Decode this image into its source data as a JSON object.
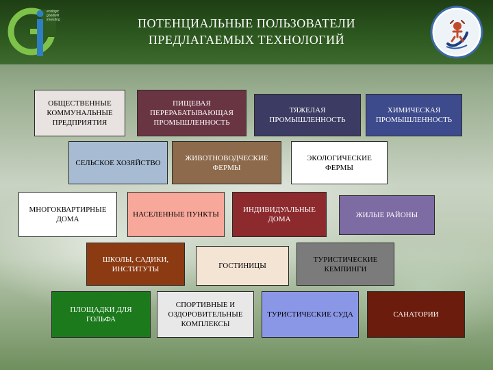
{
  "title": {
    "line1": "ПОТЕНЦИАЛЬНЫЕ  ПОЛЬЗОВАТЕЛИ",
    "line2": "ПРЕДЛАГАЕМЫХ  ТЕХНОЛОГИЙ"
  },
  "logo": {
    "line1": "ecologic",
    "line2": "goodwill",
    "line3": "investing"
  },
  "boxes": [
    {
      "label": "ОБЩЕСТВЕННЫЕ КОММУНАЛЬНЫЕ ПРЕДПРИЯТИЯ",
      "color": "#e8e2e0"
    },
    {
      "label": "ПИЩЕВАЯ ПЕРЕРАБАТЫВАЮЩАЯ ПРОМЫШЛЕННОСТЬ",
      "color": "#6a3543"
    },
    {
      "label": "ТЯЖЕЛАЯ ПРОМЫШЛЕННОСТЬ",
      "color": "#3b3b63"
    },
    {
      "label": "ХИМИЧЕСКАЯ ПРОМЫШЛЕННОСТЬ",
      "color": "#3d4a8c"
    },
    {
      "label": "СЕЛЬСКОЕ ХОЗЯЙСТВО",
      "color": "#a7bbd3"
    },
    {
      "label": "ЖИВОТНОВОДЧЕСКИЕ ФЕРМЫ",
      "color": "#8d6a4c"
    },
    {
      "label": "ЭКОЛОГИЧЕСКИЕ ФЕРМЫ",
      "color": "#ffffff"
    },
    {
      "label": "МНОГОКВАРТИРНЫЕ ДОМА",
      "color": "#ffffff"
    },
    {
      "label": "НАСЕЛЕННЫЕ ПУНКТЫ",
      "color": "#f7a89a"
    },
    {
      "label": "ИНДИВИДУАЛЬНЫЕ ДОМА",
      "color": "#8c2a2e"
    },
    {
      "label": "ЖИЛЫЕ РАЙОНЫ",
      "color": "#7d6ba3"
    },
    {
      "label": "ШКОЛЫ, САДИКИ, ИНСТИТУТЫ",
      "color": "#8c3a12"
    },
    {
      "label": "ГОСТИНИЦЫ",
      "color": "#f3e4d4"
    },
    {
      "label": "ТУРИСТИЧЕСКИЕ КЕМПИНГИ",
      "color": "#7b7b7b"
    },
    {
      "label": "ПЛОЩАДКИ ДЛЯ ГОЛЬФА",
      "color": "#1c7a1c"
    },
    {
      "label": "СПОРТИВНЫЕ И ОЗДОРОВИТЕЛЬНЫЕ КОМПЛЕКСЫ",
      "color": "#e8e8e8"
    },
    {
      "label": "ТУРИСТИЧЕСКИЕ СУДА",
      "color": "#8a97e6"
    },
    {
      "label": "САНАТОРИИ",
      "color": "#6b1c0c"
    }
  ]
}
